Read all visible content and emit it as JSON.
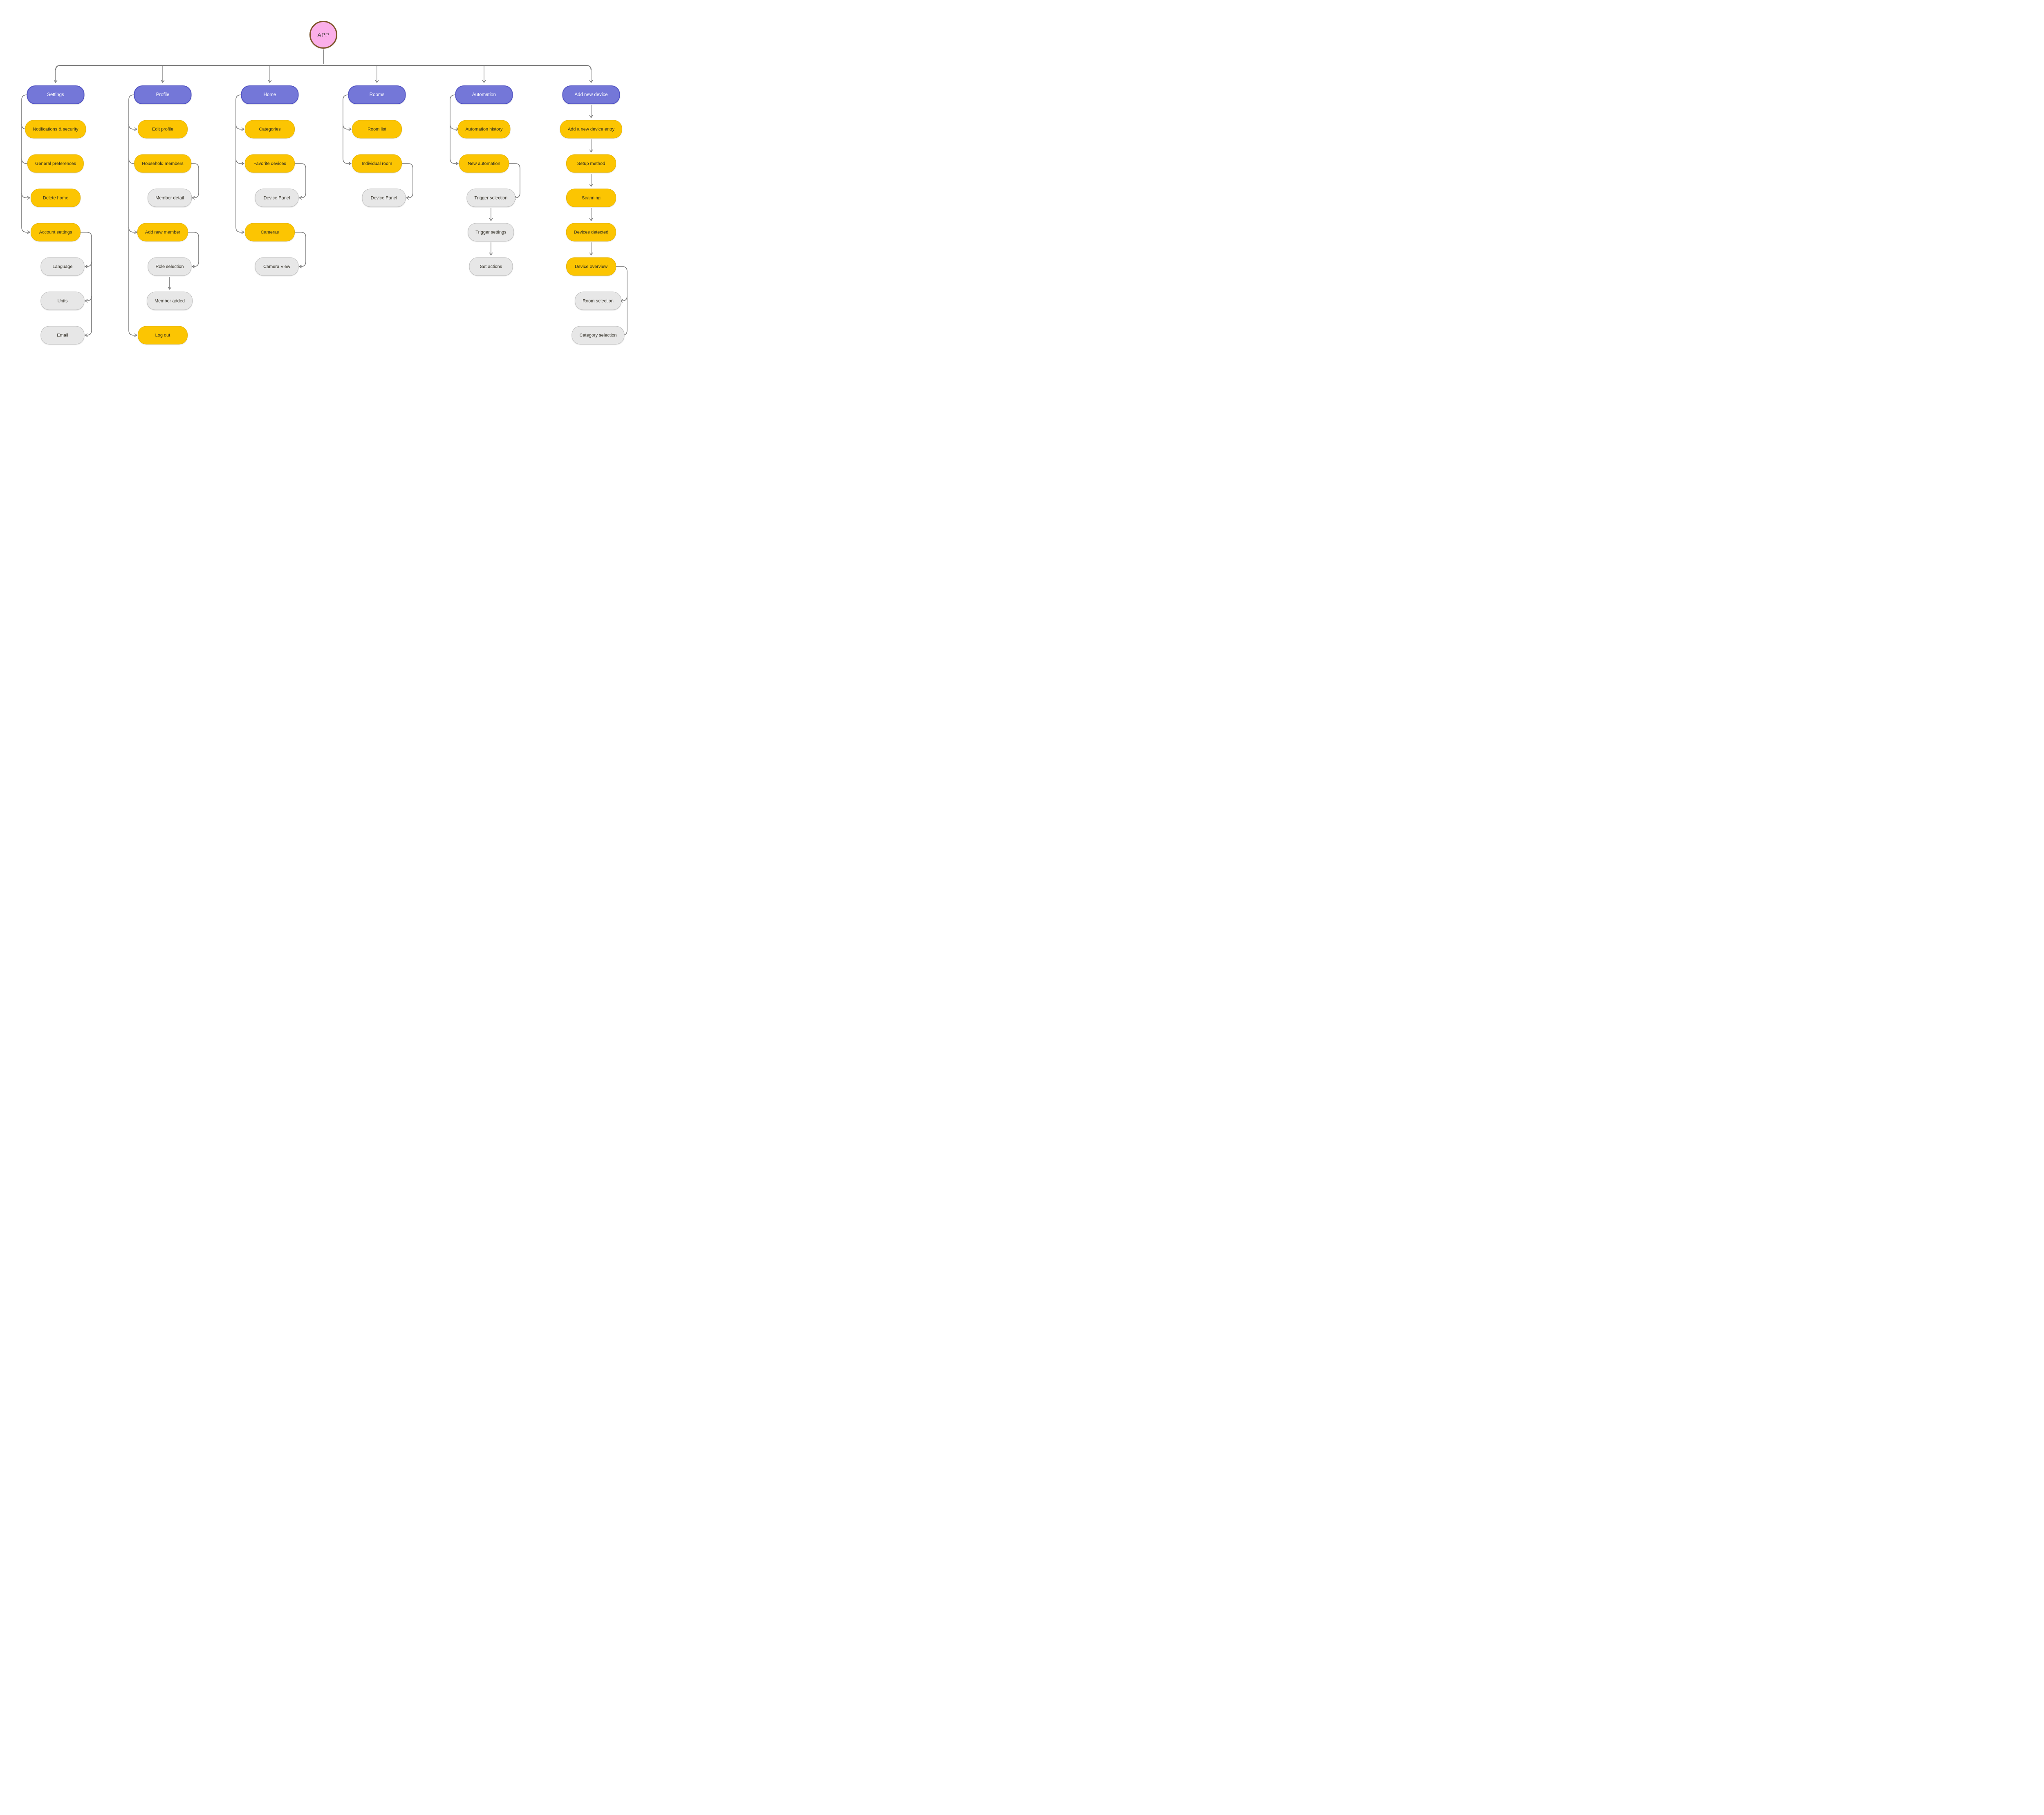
{
  "diagram": {
    "root": {
      "label": "APP"
    },
    "colors": {
      "root_fill": "#FBAFE9",
      "root_border": "#7D5327",
      "root_text": "#3B3A32",
      "branch_fill": "#7477D8",
      "branch_border": "#5254C4",
      "branch_text": "#FFFFFF",
      "screen_fill": "#FCC502",
      "screen_border": "#E5B402",
      "screen_text": "#33301F",
      "state_fill": "#E7E7E7",
      "state_border": "#BEBEBE",
      "state_text": "#37342B",
      "line": "#7A7A7A"
    },
    "columns": [
      {
        "title": "Settings",
        "children": [
          {
            "label": "Notifications & security"
          },
          {
            "label": "General preferences"
          },
          {
            "label": "Delete home"
          },
          {
            "label": "Account settings"
          },
          {
            "label": "Language"
          },
          {
            "label": "Units"
          },
          {
            "label": "Email"
          }
        ]
      },
      {
        "title": "Profile",
        "children": [
          {
            "label": "Edit profile"
          },
          {
            "label": "Household members"
          },
          {
            "label": "Member detail"
          },
          {
            "label": "Add new member"
          },
          {
            "label": "Role selection"
          },
          {
            "label": "Member added"
          },
          {
            "label": "Log out"
          }
        ]
      },
      {
        "title": "Home",
        "children": [
          {
            "label": "Categories"
          },
          {
            "label": "Favorite devices"
          },
          {
            "label": "Device Panel"
          },
          {
            "label": "Cameras"
          },
          {
            "label": "Camera View"
          }
        ]
      },
      {
        "title": "Rooms",
        "children": [
          {
            "label": "Room list"
          },
          {
            "label": "Individual room"
          },
          {
            "label": "Device Panel"
          }
        ]
      },
      {
        "title": "Automation",
        "children": [
          {
            "label": "Automation history"
          },
          {
            "label": "New automation"
          },
          {
            "label": "Trigger selection"
          },
          {
            "label": "Trigger settings"
          },
          {
            "label": "Set actions"
          }
        ]
      },
      {
        "title": "Add new device",
        "children": [
          {
            "label": "Add a new device entry"
          },
          {
            "label": "Setup method"
          },
          {
            "label": "Scanning"
          },
          {
            "label": "Devices detected"
          },
          {
            "label": "Device overview"
          },
          {
            "label": "Room selection"
          },
          {
            "label": "Category selection"
          }
        ]
      }
    ]
  }
}
